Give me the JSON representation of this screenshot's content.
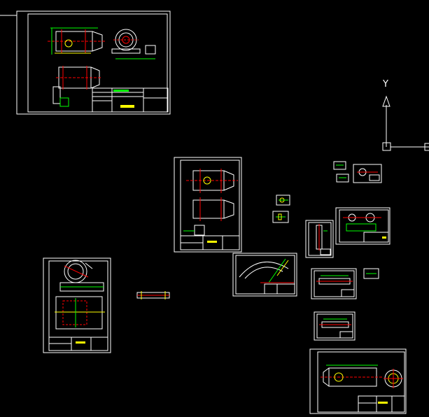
{
  "view": {
    "background": "#000000",
    "line_color": "#ffffff",
    "accent_colors": {
      "green": "#00ff00",
      "red": "#ff0000",
      "yellow": "#ffff00",
      "cyan": "#00ffff",
      "magenta": "#ff00ff"
    }
  },
  "ucs": {
    "icon": "ucs-icon",
    "y_label": "Y"
  },
  "drawing_sheets": [
    {
      "name": "drawing-sheet-dryer-assembly",
      "icon": "blueprint-icon"
    },
    {
      "name": "drawing-sheet-cylinder",
      "icon": "blueprint-icon"
    },
    {
      "name": "drawing-sheet-gear-assembly",
      "icon": "blueprint-icon"
    },
    {
      "name": "drawing-sheet-ring-gear",
      "icon": "blueprint-icon"
    },
    {
      "name": "drawing-sheet-drum-shell",
      "icon": "blueprint-icon"
    }
  ]
}
